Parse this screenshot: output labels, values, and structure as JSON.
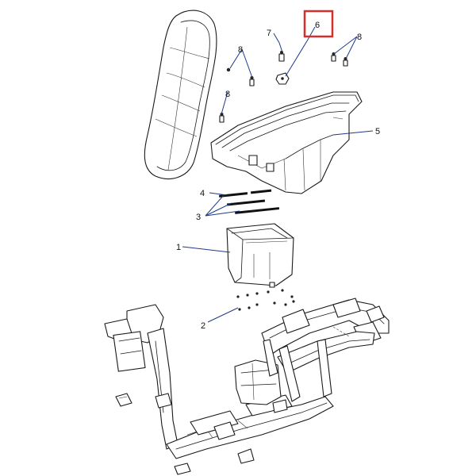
{
  "highlight": {
    "label": "6",
    "color": "#d32f2f"
  },
  "leader_color": "#1f3a8a",
  "labels": {
    "l1": "1",
    "l2": "2",
    "l3": "3",
    "l4": "4",
    "l5": "5",
    "l6": "6",
    "l7": "7",
    "l8a": "8",
    "l8b": "8",
    "l8c": "8"
  }
}
